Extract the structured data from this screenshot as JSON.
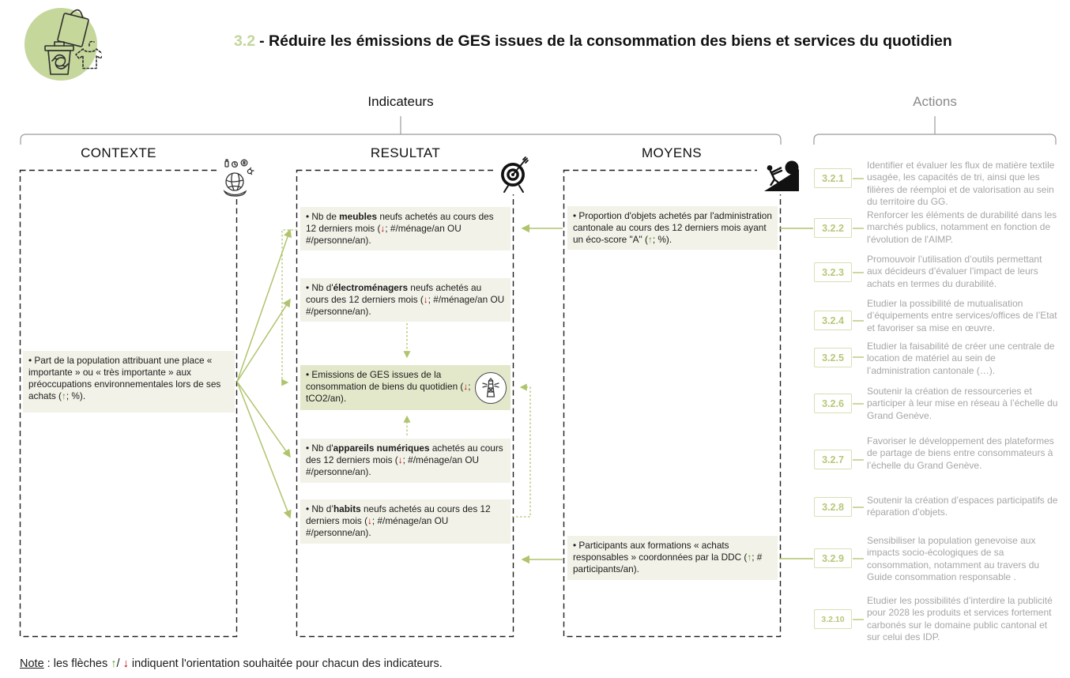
{
  "meta": {
    "title_code": "3.2",
    "title_rest": "- Réduire les émissions de GES issues de la consommation des biens et services du quotidien"
  },
  "groups": {
    "indicators": "Indicateurs",
    "actions": "Actions"
  },
  "columns": [
    {
      "key": "contexte",
      "title": "CONTEXTE",
      "icon": "globe-in-hand-icon",
      "items": [
        {
          "parts": [
            {
              "t": "• Part de la population attribuant une place « importante » ou « très importante » aux préoccupations environnementales  lors de ses achats ("
            },
            {
              "t": "↑",
              "c": "up"
            },
            {
              "t": "; %)."
            }
          ]
        }
      ]
    },
    {
      "key": "resultat",
      "title": "RESULTAT",
      "icon": "target-icon",
      "items": [
        {
          "parts": [
            {
              "t": "• Nb de "
            },
            {
              "t": "meubles",
              "c": "b"
            },
            {
              "t": " neufs achetés au cours des 12 derniers mois ("
            },
            {
              "t": "↓",
              "c": "down"
            },
            {
              "t": "; #/ménage/an OU #/personne/an)."
            }
          ]
        },
        {
          "parts": [
            {
              "t": "• Nb d'"
            },
            {
              "t": "électroménagers",
              "c": "b"
            },
            {
              "t": " neufs achetés au cours des 12 derniers mois ("
            },
            {
              "t": "↓",
              "c": "down"
            },
            {
              "t": "; #/ménage/an OU #/personne/an)."
            }
          ]
        },
        {
          "parts": [
            {
              "t": "• Emissions de GES issues de la consommation de biens du quotidien ("
            },
            {
              "t": "↓",
              "c": "down"
            },
            {
              "t": "; tCO2/an)."
            }
          ],
          "icon": "lighthouse-icon"
        },
        {
          "parts": [
            {
              "t": "• Nb d'"
            },
            {
              "t": "appareils numériques",
              "c": "b"
            },
            {
              "t": " achetés au cours des 12 derniers mois ("
            },
            {
              "t": "↓",
              "c": "down"
            },
            {
              "t": "; #/ménage/an OU #/personne/an)."
            }
          ]
        },
        {
          "parts": [
            {
              "t": "• Nb d’"
            },
            {
              "t": "habits",
              "c": "b"
            },
            {
              "t": " neufs achetés au cours des 12 derniers mois ("
            },
            {
              "t": "↓",
              "c": "down"
            },
            {
              "t": "; #/ménage/an OU #/personne/an)."
            }
          ]
        }
      ]
    },
    {
      "key": "moyens",
      "title": "MOYENS",
      "icon": "mountain-climber-icon",
      "items": [
        {
          "parts": [
            {
              "t": "• Proportion d'objets achetés par l'administration cantonale au cours des 12 derniers mois ayant un éco-score \"A\" ("
            },
            {
              "t": "↑",
              "c": "up"
            },
            {
              "t": "; %)."
            }
          ]
        },
        {
          "parts": [
            {
              "t": "• Participants aux formations « achats responsables » coordonnées par la DDC ("
            },
            {
              "t": "↑",
              "c": "up"
            },
            {
              "t": "; # participants/an)."
            }
          ]
        }
      ]
    }
  ],
  "actions": [
    {
      "id": "3.2.1",
      "text": "Identifier et évaluer les flux de matière textile usagée, les capacités de tri, ainsi que les filières de réemploi et de valorisation au sein du territoire du GG."
    },
    {
      "id": "3.2.2",
      "text": "Renforcer les éléments de durabilité dans les marchés publics, notamment en fonction de l'évolution de l'AIMP."
    },
    {
      "id": "3.2.3",
      "text": "Promouvoir l’utilisation d’outils permettant aux décideurs d’évaluer l’impact de leurs achats en termes du durabilité."
    },
    {
      "id": "3.2.4",
      "text": "Etudier la possibilité de mutualisation d’équipements entre services/offices de l’Etat et favoriser sa mise en œuvre."
    },
    {
      "id": "3.2.5",
      "text": "Etudier la faisabilité de créer une centrale de location de matériel au sein de l’administration cantonale (…)."
    },
    {
      "id": "3.2.6",
      "text": "Soutenir la création de ressourceries et participer à leur mise en réseau à l’échelle du Grand Genève."
    },
    {
      "id": "3.2.7",
      "text": "Favoriser le développement des plateformes de partage de biens entre consommateurs à l’échelle du Grand Genève."
    },
    {
      "id": "3.2.8",
      "text": "Soutenir la création d’espaces participatifs de réparation d’objets."
    },
    {
      "id": "3.2.9",
      "text": "Sensibiliser la population genevoise aux impacts socio-écologiques de sa consommation, notamment au travers du Guide consommation responsable ."
    },
    {
      "id": "3.2.10",
      "text": "Etudier les possibilités d’interdire la publicité pour 2028 les produits et services fortement carbonés sur le domaine public cantonal et sur celui des IDP."
    }
  ],
  "note_parts": [
    {
      "t": "Note",
      "c": "u"
    },
    {
      "t": " : les flèches "
    },
    {
      "t": "↑",
      "c": "up"
    },
    {
      "t": "/ "
    },
    {
      "t": "↓",
      "c": "down"
    },
    {
      "t": " indiquent l'orientation souhaitée pour chacun des indicateurs."
    }
  ],
  "icons": {
    "logo": "recycling-shopping-logo",
    "contexte": "globe-in-hand-icon",
    "resultat": "target-icon",
    "moyens": "mountain-climber-icon",
    "ges": "lighthouse-icon"
  },
  "colors": {
    "accent_green": "#afc46c",
    "badge_text": "#b5c878",
    "badge_border": "#d7e0b4",
    "title_code": "#c3d69b",
    "item_bg": "#f2f2e8",
    "ges_item_bg": "#e3e8ca",
    "action_text": "#a6a6a6",
    "arrow_up": "#54a021",
    "arrow_down": "#c00000"
  }
}
